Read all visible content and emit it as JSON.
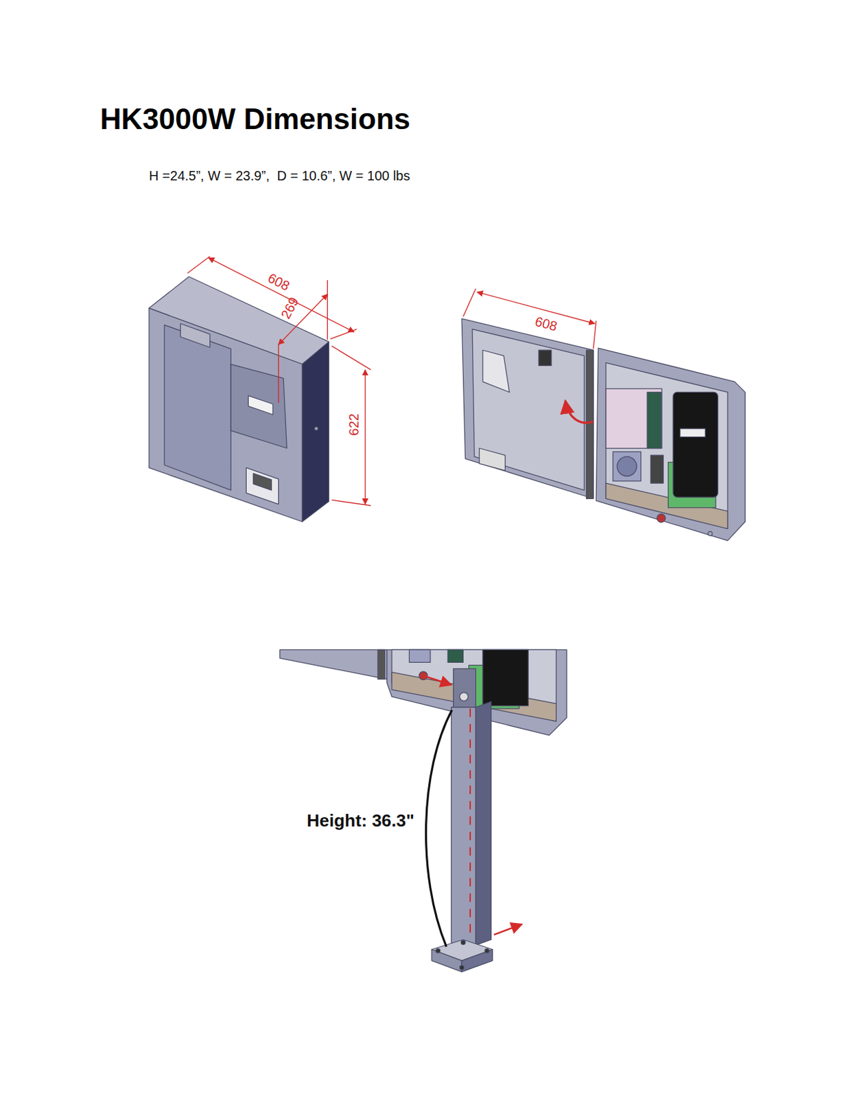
{
  "diagram": {
    "title": "HK3000W Dimensions",
    "labels": [
      "H =24.5”, W = 23.9”,  D = 10.6”, W = 100 lbs",
      "608",
      "269",
      "622",
      "608",
      "Height: 36.3\""
    ]
  }
}
